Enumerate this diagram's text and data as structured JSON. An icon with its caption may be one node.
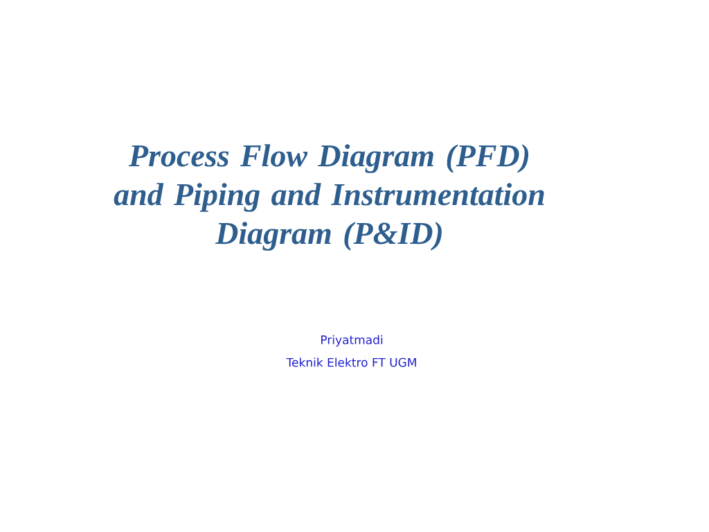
{
  "diagram": {
    "title": "Process Flow Diagram (PFD) and Piping and Instrumentation Diagram (P&ID)",
    "labels": [
      "Priyatmadi",
      "Teknik Elektro FT UGM"
    ]
  }
}
